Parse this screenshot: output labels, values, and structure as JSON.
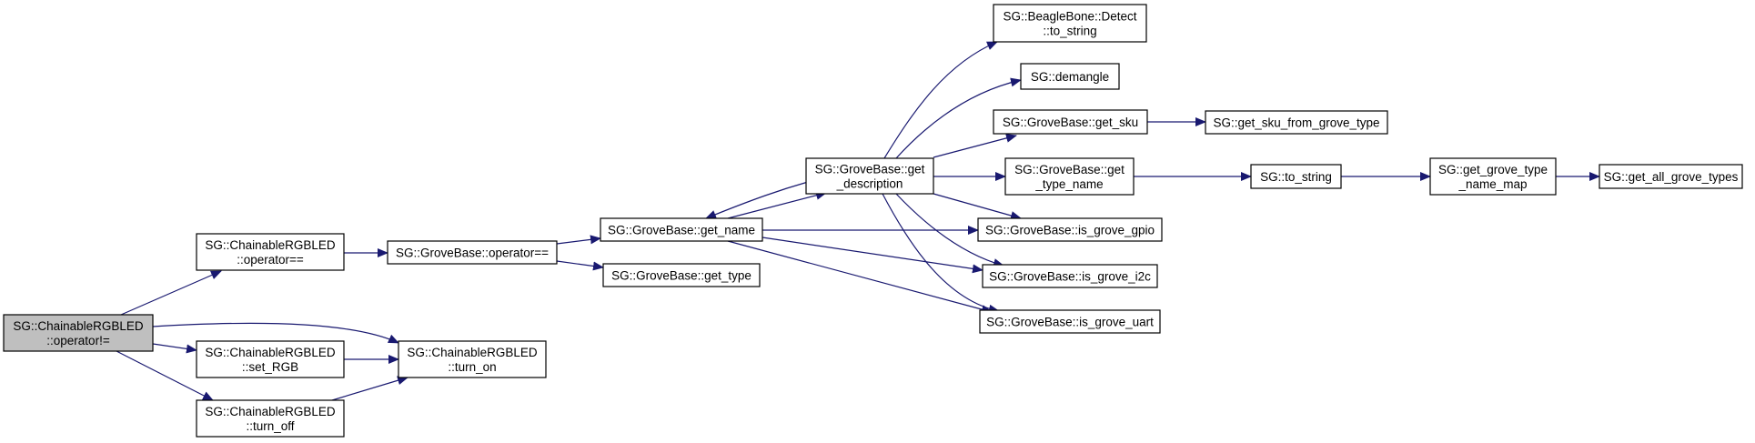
{
  "diagram": {
    "type": "call-graph",
    "colors": {
      "edge": "#191970",
      "root_fill": "#bfbfbf",
      "node_fill": "#ffffff",
      "node_border": "#000000"
    },
    "nodes": [
      {
        "id": "root",
        "lines": [
          "SG::ChainableRGBLED",
          "::operator!="
        ],
        "root": true
      },
      {
        "id": "crgb_eq",
        "lines": [
          "SG::ChainableRGBLED",
          "::operator=="
        ]
      },
      {
        "id": "set_rgb",
        "lines": [
          "SG::ChainableRGBLED",
          "::set_RGB"
        ]
      },
      {
        "id": "turn_off",
        "lines": [
          "SG::ChainableRGBLED",
          "::turn_off"
        ]
      },
      {
        "id": "turn_on",
        "lines": [
          "SG::ChainableRGBLED",
          "::turn_on"
        ]
      },
      {
        "id": "gb_eq",
        "lines": [
          "SG::GroveBase::operator=="
        ]
      },
      {
        "id": "get_name",
        "lines": [
          "SG::GroveBase::get_name"
        ]
      },
      {
        "id": "get_type",
        "lines": [
          "SG::GroveBase::get_type"
        ]
      },
      {
        "id": "get_desc",
        "lines": [
          "SG::GroveBase::get",
          "_description"
        ]
      },
      {
        "id": "bb_to_string",
        "lines": [
          "SG::BeagleBone::Detect",
          "::to_string"
        ]
      },
      {
        "id": "demangle",
        "lines": [
          "SG::demangle"
        ]
      },
      {
        "id": "get_sku",
        "lines": [
          "SG::GroveBase::get_sku"
        ]
      },
      {
        "id": "get_type_name",
        "lines": [
          "SG::GroveBase::get",
          "_type_name"
        ]
      },
      {
        "id": "is_gpio",
        "lines": [
          "SG::GroveBase::is_grove_gpio"
        ]
      },
      {
        "id": "is_i2c",
        "lines": [
          "SG::GroveBase::is_grove_i2c"
        ]
      },
      {
        "id": "is_uart",
        "lines": [
          "SG::GroveBase::is_grove_uart"
        ]
      },
      {
        "id": "sku_from_type",
        "lines": [
          "SG::get_sku_from_grove_type"
        ]
      },
      {
        "id": "to_string",
        "lines": [
          "SG::to_string"
        ]
      },
      {
        "id": "type_name_map",
        "lines": [
          "SG::get_grove_type",
          "_name_map"
        ]
      },
      {
        "id": "all_types",
        "lines": [
          "SG::get_all_grove_types"
        ]
      }
    ],
    "edges": [
      {
        "from": "root",
        "to": "crgb_eq"
      },
      {
        "from": "root",
        "to": "turn_on"
      },
      {
        "from": "root",
        "to": "set_rgb"
      },
      {
        "from": "root",
        "to": "turn_off"
      },
      {
        "from": "crgb_eq",
        "to": "gb_eq"
      },
      {
        "from": "set_rgb",
        "to": "turn_on"
      },
      {
        "from": "turn_off",
        "to": "turn_on"
      },
      {
        "from": "gb_eq",
        "to": "get_name"
      },
      {
        "from": "gb_eq",
        "to": "get_type"
      },
      {
        "from": "get_name",
        "to": "get_desc"
      },
      {
        "from": "get_desc",
        "to": "get_name"
      },
      {
        "from": "get_name",
        "to": "is_gpio"
      },
      {
        "from": "get_name",
        "to": "is_i2c"
      },
      {
        "from": "get_name",
        "to": "is_uart"
      },
      {
        "from": "get_desc",
        "to": "bb_to_string"
      },
      {
        "from": "get_desc",
        "to": "demangle"
      },
      {
        "from": "get_desc",
        "to": "get_sku"
      },
      {
        "from": "get_desc",
        "to": "get_type_name"
      },
      {
        "from": "get_desc",
        "to": "is_gpio"
      },
      {
        "from": "get_desc",
        "to": "is_i2c"
      },
      {
        "from": "get_desc",
        "to": "is_uart"
      },
      {
        "from": "get_sku",
        "to": "sku_from_type"
      },
      {
        "from": "get_type_name",
        "to": "to_string"
      },
      {
        "from": "to_string",
        "to": "type_name_map"
      },
      {
        "from": "type_name_map",
        "to": "all_types"
      }
    ]
  }
}
